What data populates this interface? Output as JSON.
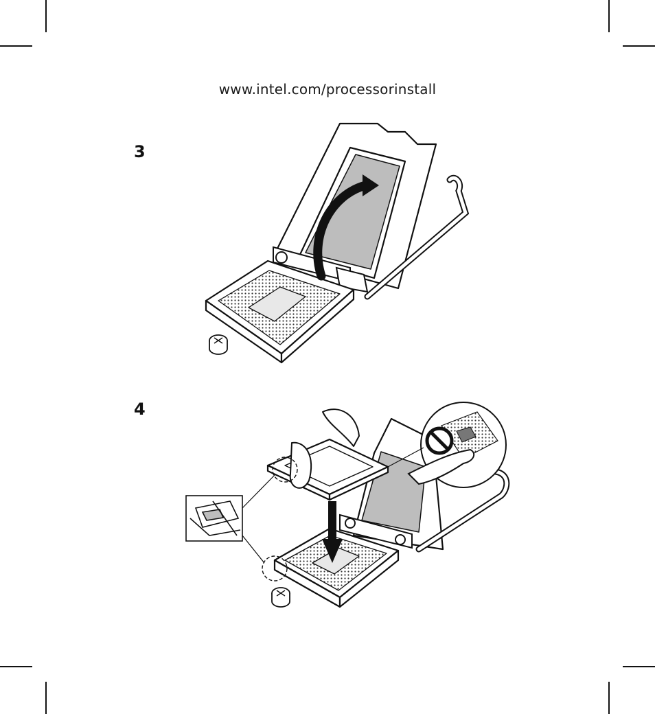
{
  "header": {
    "url": "www.intel.com/processorinstall"
  },
  "steps": [
    {
      "number": "3",
      "illustration": "socket-load-plate-open-arrow-icon"
    },
    {
      "number": "4",
      "illustration": "processor-insert-into-socket-icon"
    }
  ],
  "colors": {
    "ink": "#111111",
    "shade": "#bdbdbd",
    "background": "#ffffff"
  }
}
